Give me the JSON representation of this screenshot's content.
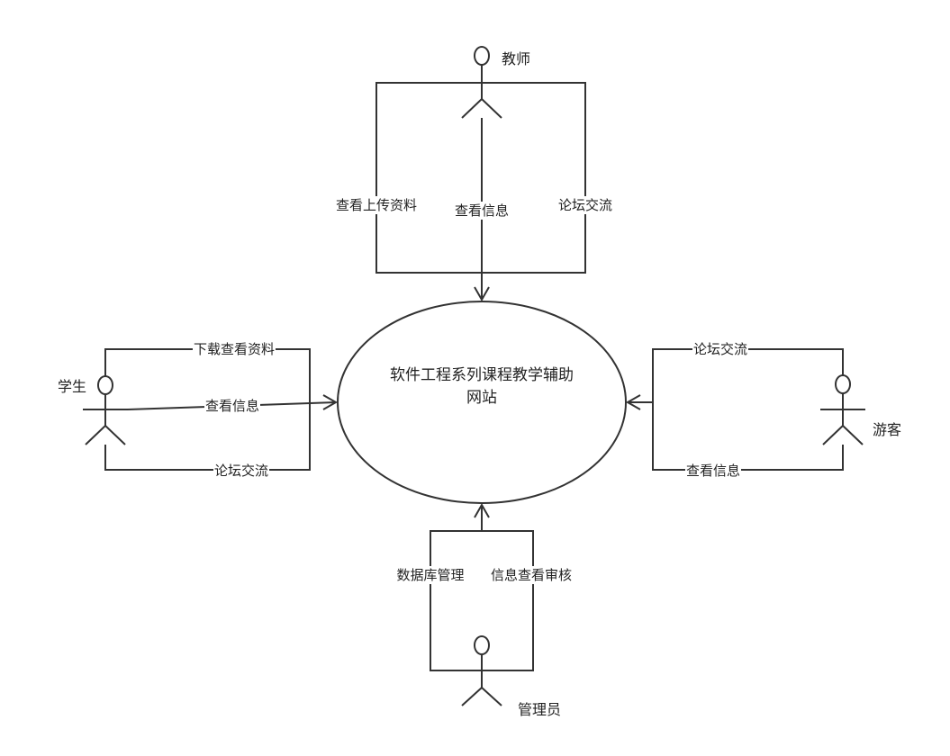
{
  "system": {
    "title": "软件工程系列课程教学辅助网站"
  },
  "actors": {
    "teacher": "教师",
    "student": "学生",
    "visitor": "游客",
    "admin": "管理员"
  },
  "flows": {
    "teacher": [
      "查看上传资料",
      "查看信息",
      "论坛交流"
    ],
    "student": [
      "下载查看资料",
      "查看信息",
      "论坛交流"
    ],
    "visitor": [
      "论坛交流",
      "查看信息"
    ],
    "admin": [
      "数据库管理",
      "信息查看审核"
    ]
  }
}
